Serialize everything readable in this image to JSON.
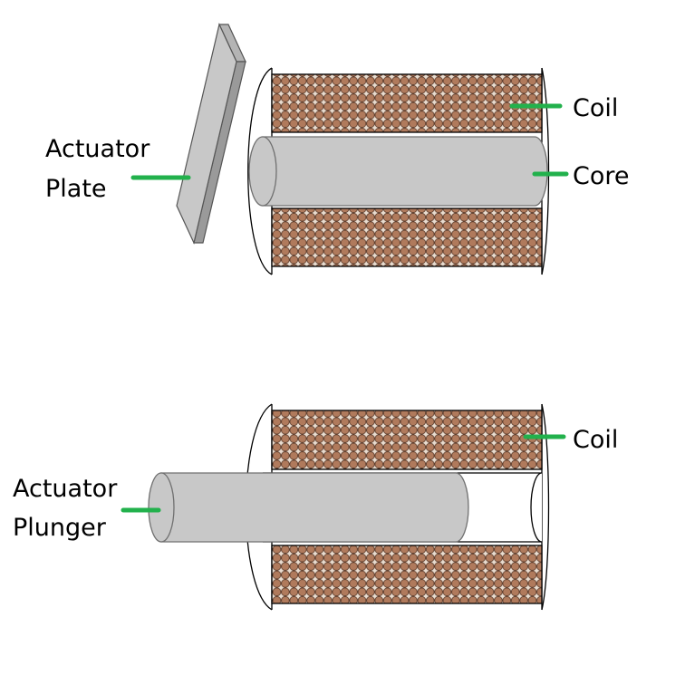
{
  "diagram_top": {
    "plate_label_line1": "Actuator",
    "plate_label_line2": "Plate",
    "coil_label": "Coil",
    "core_label": "Core"
  },
  "diagram_bottom": {
    "plunger_label_line1": "Actuator",
    "plunger_label_line2": "Plunger",
    "coil_label": "Coil"
  },
  "colors": {
    "leader_line": "#22b14c",
    "wire_copper": "#b07a5c",
    "wire_outline": "#5a3a2a",
    "metal": "#c8c8c8",
    "metal_outline": "#707070"
  }
}
